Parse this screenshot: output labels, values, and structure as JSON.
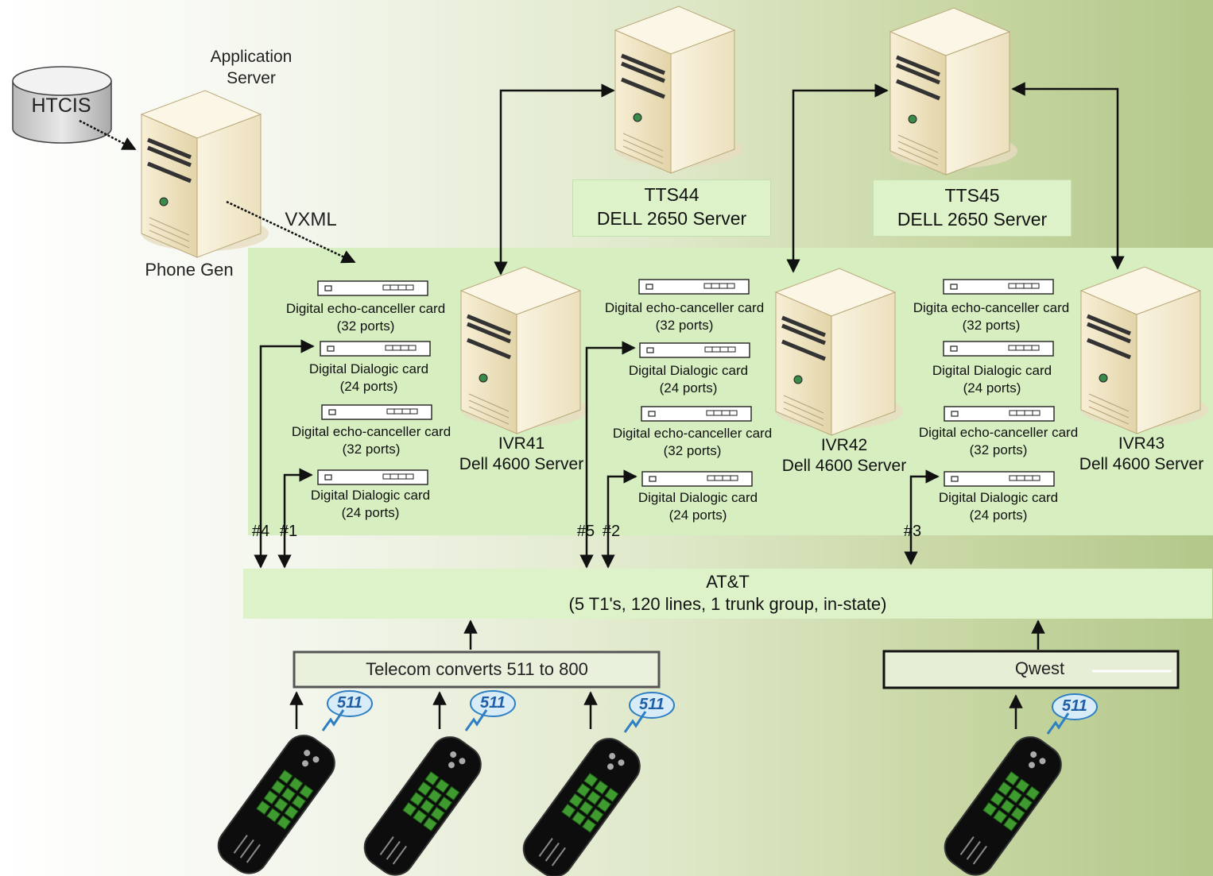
{
  "database": {
    "label": "HTCIS"
  },
  "app_server": {
    "title_line1": "Application",
    "title_line2": "Server",
    "caption": "Phone Gen"
  },
  "vxml_label": "VXML",
  "tts": [
    {
      "line1": "TTS44",
      "line2": "DELL 2650 Server"
    },
    {
      "line1": "TTS45",
      "line2": "DELL 2650 Server"
    }
  ],
  "ivr": [
    {
      "line1": "IVR41",
      "line2": "Dell 4600 Server"
    },
    {
      "line1": "IVR42",
      "line2": "Dell 4600 Server"
    },
    {
      "line1": "IVR43",
      "line2": "Dell 4600 Server"
    }
  ],
  "cards": [
    [
      {
        "name": "Digital echo-canceller card",
        "ports": "(32 ports)"
      },
      {
        "name": "Digital Dialogic card",
        "ports": "(24 ports)"
      },
      {
        "name": "Digital echo-canceller card",
        "ports": "(32 ports)"
      },
      {
        "name": "Digital Dialogic card",
        "ports": "(24 ports)"
      }
    ],
    [
      {
        "name": "Digital echo-canceller card",
        "ports": "(32 ports)"
      },
      {
        "name": "Digital Dialogic card",
        "ports": "(24 ports)"
      },
      {
        "name": "Digital echo-canceller card",
        "ports": "(32 ports)"
      },
      {
        "name": "Digital Dialogic card",
        "ports": "(24 ports)"
      }
    ],
    [
      {
        "name": "Digita echo-canceller card",
        "ports": "(32 ports)"
      },
      {
        "name": "Digital Dialogic card",
        "ports": "(24 ports)"
      },
      {
        "name": "Digital echo-canceller card",
        "ports": "(32 ports)"
      },
      {
        "name": "Digital Dialogic card",
        "ports": "(24 ports)"
      }
    ]
  ],
  "trunks": [
    "#4",
    "#1",
    "#5",
    "#2",
    "#3"
  ],
  "carrier": {
    "line1": "AT&T",
    "line2": "(5 T1's, 120 lines, 1 trunk group, in-state)"
  },
  "telecom_label": "Telecom converts 511 to 800",
  "qwest_label": "Qwest",
  "phone_badge": "511"
}
